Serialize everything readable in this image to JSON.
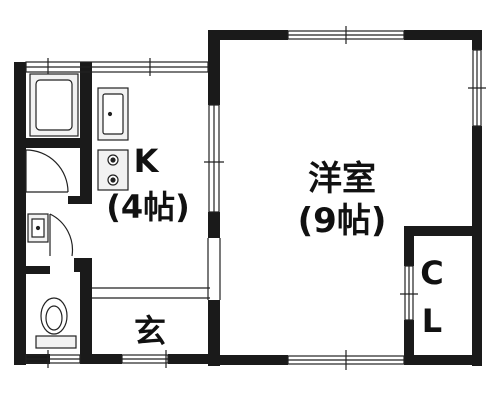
{
  "floor_plan": {
    "rooms": {
      "western_room": {
        "name": "洋室",
        "size": "(9帖)"
      },
      "kitchen": {
        "name": "K",
        "size": "(4帖)"
      },
      "entrance": {
        "name": "玄"
      },
      "closet": {
        "line1": "C",
        "line2": "L"
      }
    }
  },
  "colors": {
    "wall": "#1a1a1a",
    "line": "#222222",
    "fixture_fill": "#f2f2f2",
    "background": "#ffffff"
  }
}
